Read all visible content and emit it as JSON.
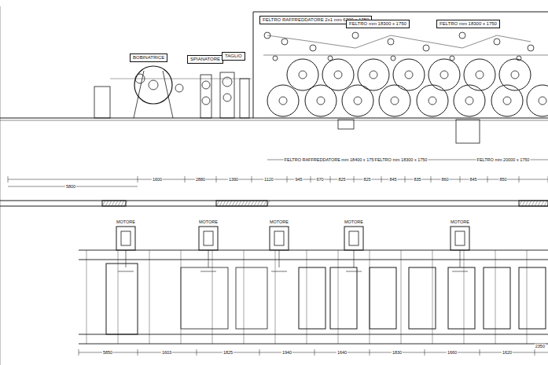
{
  "diagram": {
    "nodes": [
      {
        "text": [
          "FELTRO RAFFREDDATORE 2x1 mm 6300 x 1750"
        ]
      },
      {
        "text": [
          "FELTRO mm 18300 x 1750"
        ]
      },
      {
        "text": [
          "FELTRO mm 18300 x 1750"
        ]
      },
      {
        "text": [
          "BOBINATRICE"
        ]
      },
      {
        "text": [
          "SPIANATORE"
        ]
      },
      {
        "text": [
          "TAGLIO"
        ]
      }
    ],
    "labels": [
      "FELTRO RAFFREDDATORE mm 18400 x 1750",
      "FELTRO mm 18300 x 1750",
      "FELTRO mm 20000 x 1750",
      "1600",
      "2880",
      "1390",
      "1120",
      "945",
      "670",
      "825",
      "825",
      "845",
      "835",
      "860",
      "845",
      "850",
      "5800",
      "5850",
      "1603",
      "1825",
      "1940",
      "1640",
      "1830",
      "1660",
      "1620",
      "2350",
      "MOTORE",
      "MOTORE",
      "MOTORE",
      "MOTORE",
      "MOTORE"
    ]
  }
}
